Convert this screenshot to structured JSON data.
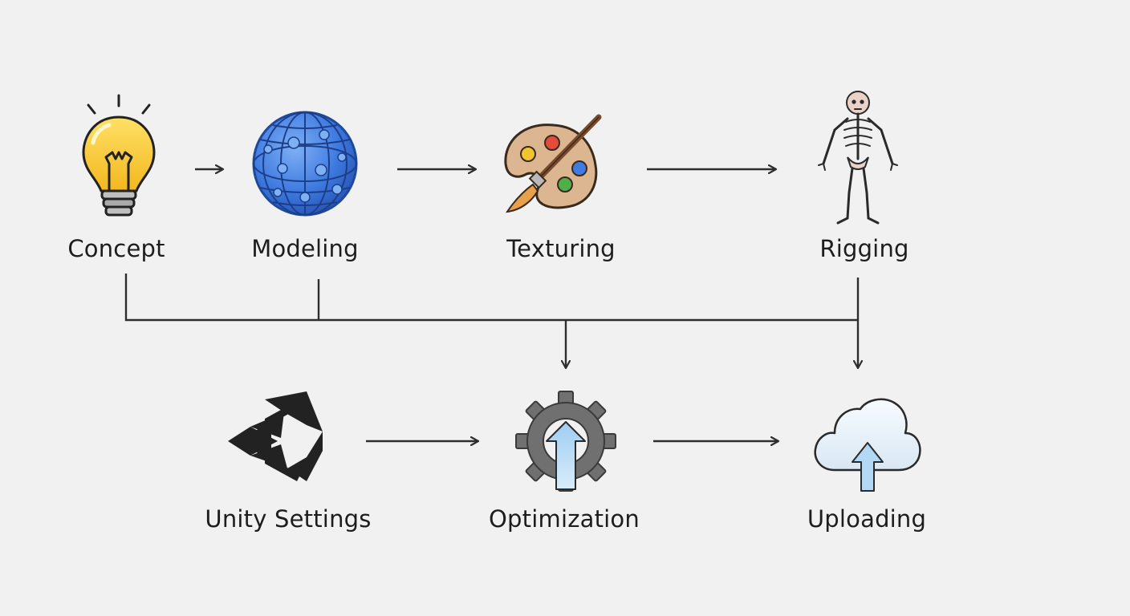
{
  "diagram": {
    "nodes": {
      "concept": {
        "label": "Concept",
        "icon": "lightbulb-icon"
      },
      "modeling": {
        "label": "Modeling",
        "icon": "wireframe-globe-icon"
      },
      "texturing": {
        "label": "Texturing",
        "icon": "paint-palette-icon"
      },
      "rigging": {
        "label": "Rigging",
        "icon": "skeleton-icon"
      },
      "unity_settings": {
        "label": "Unity Settings",
        "icon": "unity-logo-icon"
      },
      "optimization": {
        "label": "Optimization",
        "icon": "gear-upload-icon"
      },
      "uploading": {
        "label": "Uploading",
        "icon": "cloud-upload-icon"
      }
    },
    "colors": {
      "background": "#f1f1f1",
      "line": "#2e2e2e",
      "bulb": "#f7c948",
      "globe": "#3f7be0",
      "palette": "#d8b38a",
      "gear": "#6b6b6b",
      "arrow_fill": "#a9cff0",
      "unity": "#222222"
    }
  }
}
